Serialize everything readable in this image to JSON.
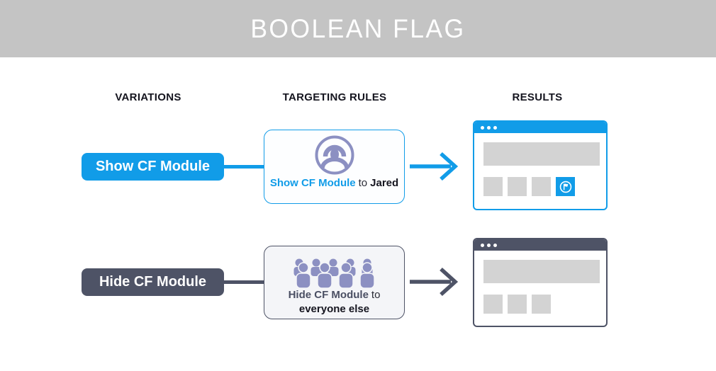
{
  "banner": {
    "title": "BOOLEAN FLAG"
  },
  "column_headers": {
    "variations": "VARIATIONS",
    "targeting_rules": "TARGETING RULES",
    "results": "RESULTS"
  },
  "rows": [
    {
      "variation_label": "Show CF Module",
      "rule": {
        "icon": "single-user-icon",
        "flag_text": "Show CF Module",
        "connector_text": "to",
        "audience_text": "Jared"
      },
      "result": {
        "module_visible": true
      }
    },
    {
      "variation_label": "Hide CF Module",
      "rule": {
        "icon": "crowd-icon",
        "flag_text": "Hide CF Module",
        "connector_text": "to",
        "audience_text": "everyone else"
      },
      "result": {
        "module_visible": false
      }
    }
  ],
  "colors": {
    "accent_blue": "#119CE8",
    "dark_slate": "#4E5366",
    "icon_purple": "#8C90C2",
    "banner_gray": "#C4C4C4",
    "placeholder_gray": "#D3D3D3"
  }
}
